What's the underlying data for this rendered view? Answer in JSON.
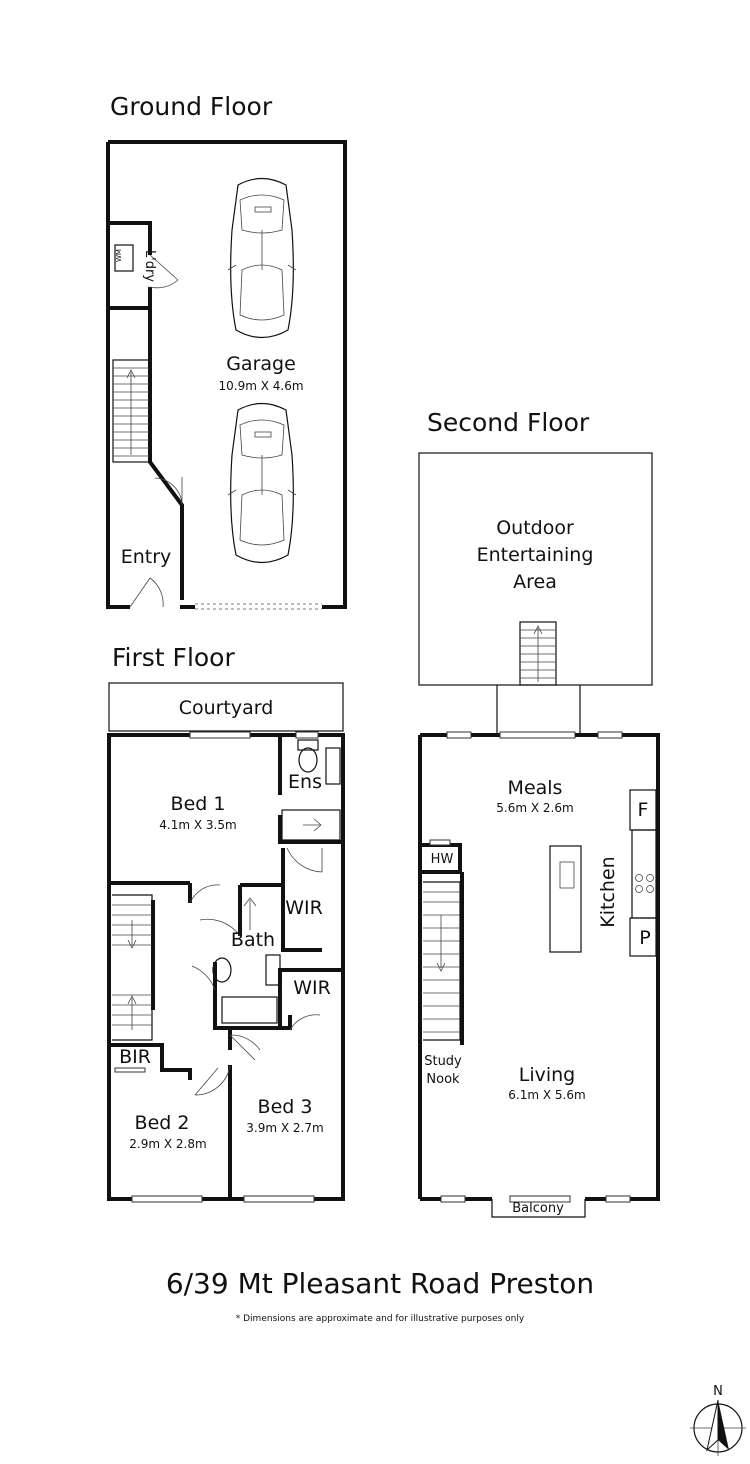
{
  "floors": {
    "ground": {
      "title": "Ground Floor",
      "garage": {
        "label": "Garage",
        "dim": "10.9m X 4.6m"
      },
      "laundry": {
        "label": "L'dry",
        "wm": "WM"
      },
      "entry": {
        "label": "Entry"
      }
    },
    "first": {
      "title": "First Floor",
      "courtyard": "Courtyard",
      "bed1": {
        "label": "Bed 1",
        "dim": "4.1m X 3.5m"
      },
      "ens": "Ens",
      "wir1": "WIR",
      "bath": "Bath",
      "wir2": "WIR",
      "bir": "BIR",
      "bed2": {
        "label": "Bed 2",
        "dim": "2.9m X 2.8m"
      },
      "bed3": {
        "label": "Bed 3",
        "dim": "3.9m X 2.7m"
      }
    },
    "second": {
      "title": "Second Floor",
      "outdoor": {
        "line1": "Outdoor",
        "line2": "Entertaining",
        "line3": "Area"
      },
      "meals": {
        "label": "Meals",
        "dim": "5.6m X 2.6m"
      },
      "kitchen": "Kitchen",
      "fridge": "F",
      "pantry": "P",
      "hw": "HW",
      "study": {
        "line1": "Study",
        "line2": "Nook"
      },
      "living": {
        "label": "Living",
        "dim": "6.1m X 5.6m"
      },
      "balcony": "Balcony"
    }
  },
  "address": "6/39 Mt Pleasant Road Preston",
  "disclaimer": "* Dimensions are approximate and for illustrative purposes only",
  "compass": {
    "label": "N"
  }
}
